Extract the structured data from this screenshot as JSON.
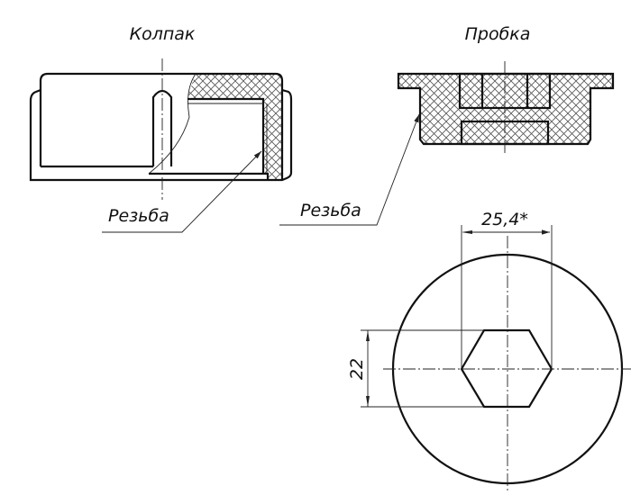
{
  "views": {
    "cap": {
      "title": "Колпак",
      "thread_label": "Резьба"
    },
    "plug": {
      "title": "Пробка",
      "thread_label": "Резьба"
    },
    "plug_top_view": {
      "dim_across_corners": "25,4*",
      "dim_across_flats": "22"
    }
  }
}
